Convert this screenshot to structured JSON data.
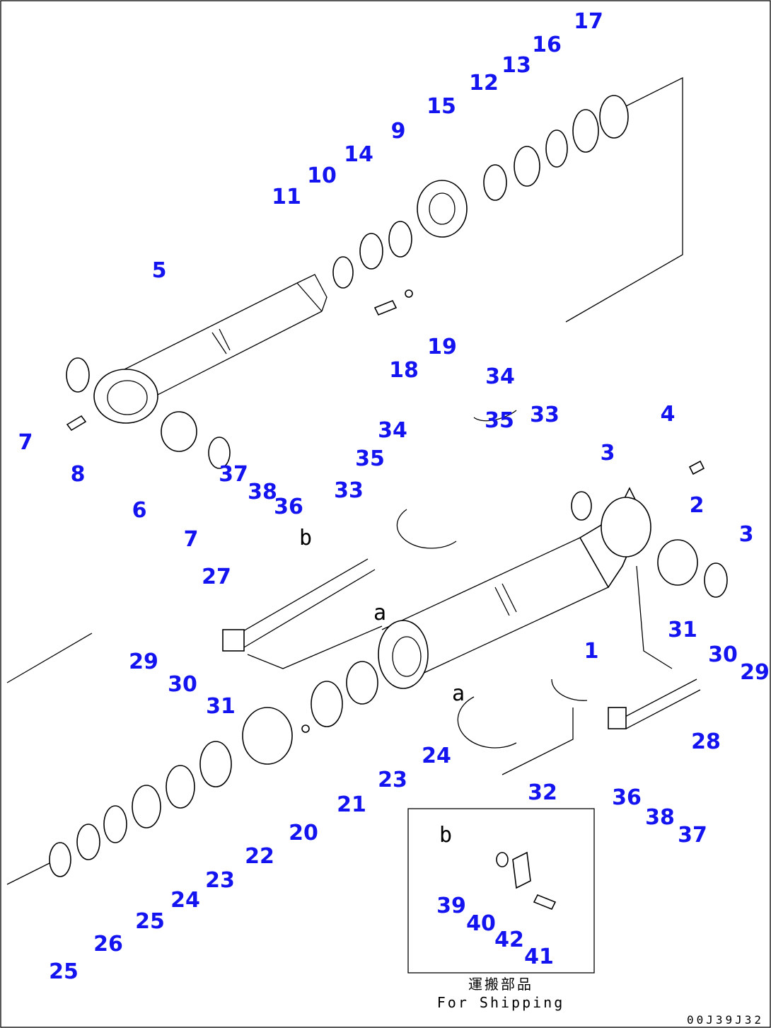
{
  "diagram": {
    "labels": [
      "17",
      "16",
      "13",
      "12",
      "15",
      "9",
      "14",
      "10",
      "11",
      "5",
      "19",
      "18",
      "34",
      "35",
      "33",
      "34",
      "35",
      "33",
      "4",
      "3",
      "2",
      "3",
      "7",
      "8",
      "6",
      "37",
      "38",
      "36",
      "7",
      "27",
      "b",
      "a",
      "1",
      "31",
      "30",
      "29",
      "29",
      "30",
      "31",
      "a",
      "24",
      "23",
      "21",
      "20",
      "22",
      "23",
      "24",
      "25",
      "26",
      "25",
      "28",
      "32",
      "36",
      "38",
      "37",
      "b",
      "39",
      "40",
      "42",
      "41"
    ],
    "inset": {
      "caption_jp": "運搬部品",
      "caption_en": "For Shipping"
    },
    "drawing_code": "00J39J32",
    "colors": {
      "callout": "#1414f0",
      "line": "#000000"
    }
  }
}
